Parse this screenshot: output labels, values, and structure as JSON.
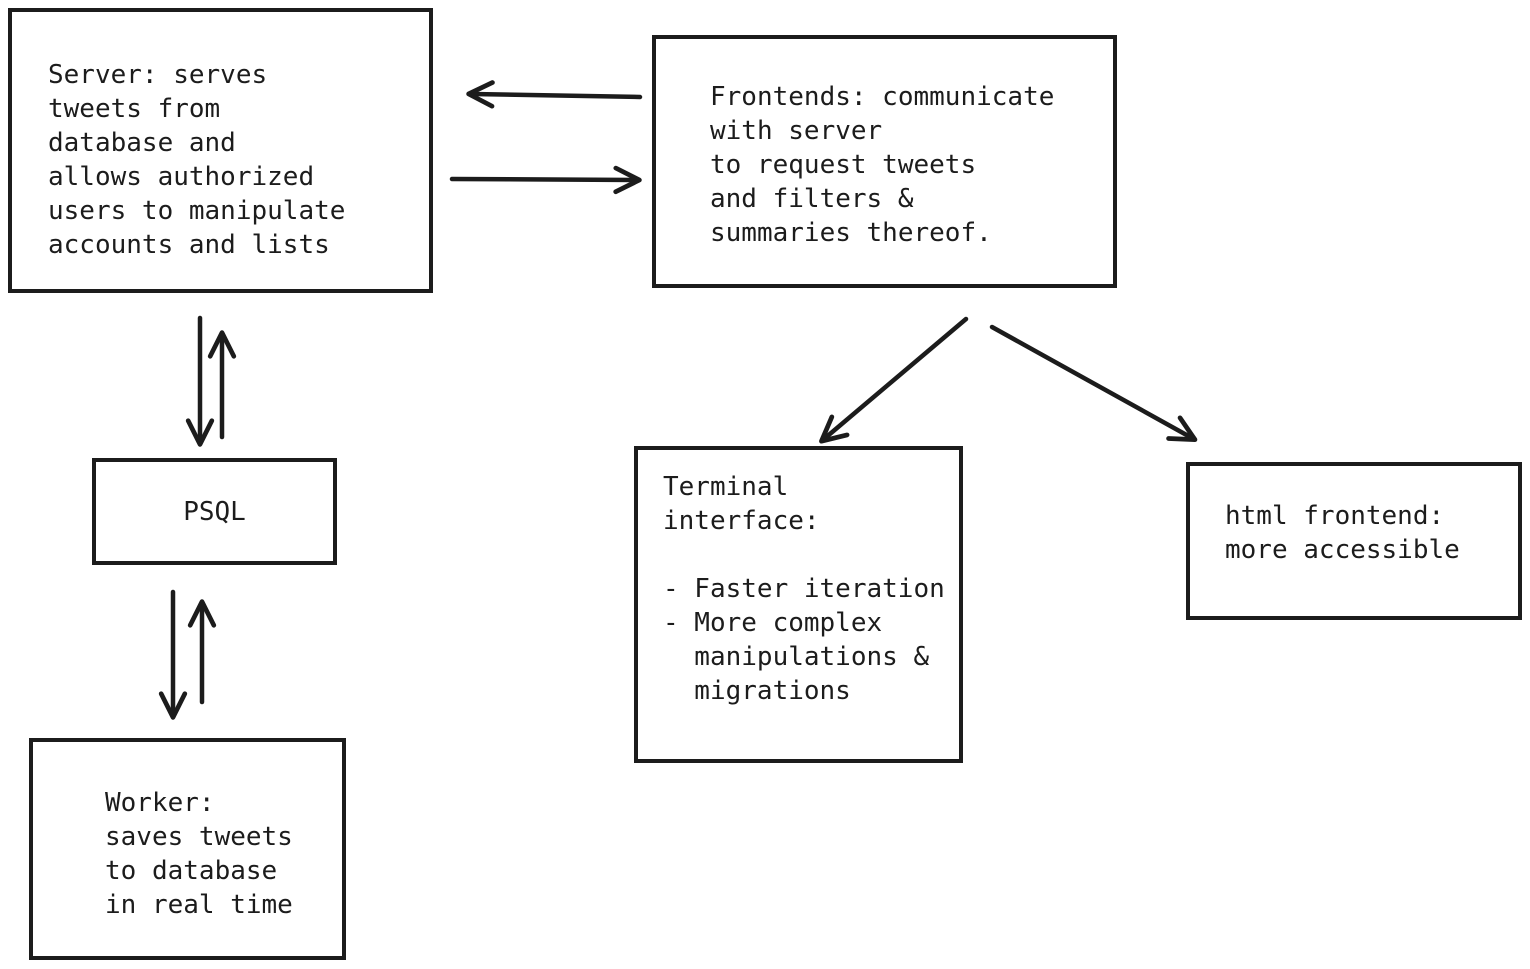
{
  "colors": {
    "background": "#ffffff",
    "ink": "#1c1c1c"
  },
  "nodes": {
    "server": {
      "text": "Server: serves\ntweets from\ndatabase and\nallows authorized\nusers to manipulate\naccounts and lists"
    },
    "frontends": {
      "text": "Frontends: communicate\nwith server\nto request tweets\nand filters &\nsummaries thereof."
    },
    "psql": {
      "text": "PSQL"
    },
    "worker": {
      "text": "Worker:\nsaves tweets\nto database\nin real time"
    },
    "terminal": {
      "text": "Terminal\ninterface:\n\n- Faster iteration\n- More complex\n  manipulations &\n  migrations"
    },
    "html_frontend": {
      "text": "html frontend:\nmore accessible"
    }
  },
  "edges": [
    {
      "from": "frontends",
      "to": "server"
    },
    {
      "from": "server",
      "to": "frontends"
    },
    {
      "from": "server",
      "to": "psql"
    },
    {
      "from": "psql",
      "to": "server"
    },
    {
      "from": "psql",
      "to": "worker"
    },
    {
      "from": "worker",
      "to": "psql"
    },
    {
      "from": "frontends",
      "to": "terminal"
    },
    {
      "from": "frontends",
      "to": "html_frontend"
    }
  ]
}
